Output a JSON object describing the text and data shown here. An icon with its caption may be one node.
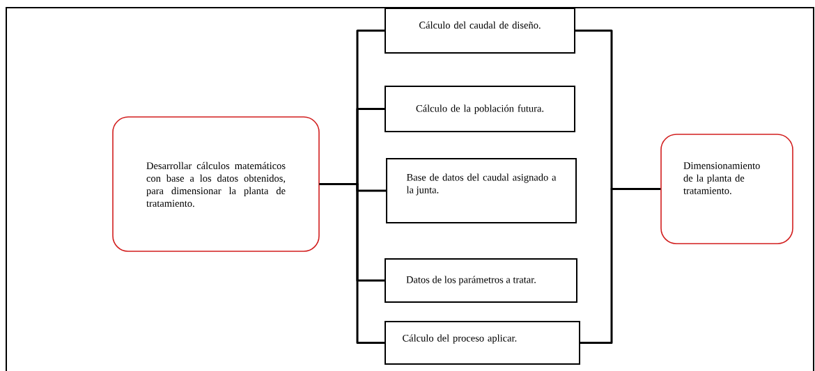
{
  "diagram": {
    "nodes": [
      {
        "text": [
          "Desarrollar cálculos matemáticos con base a los datos obtenidos, para dimensionar la planta de tratamiento."
        ]
      },
      {
        "text": [
          "Cálculo del caudal de diseño."
        ]
      },
      {
        "text": [
          "Cálculo de la población futura."
        ]
      },
      {
        "text": [
          "Base de datos del caudal asignado a la junta."
        ]
      },
      {
        "text": [
          "Datos de los parámetros a tratar."
        ]
      },
      {
        "text": [
          "Cálculo del proceso aplicar."
        ]
      },
      {
        "text": [
          "Dimensionamiento de la planta de tratamiento."
        ]
      }
    ],
    "edges": [
      {
        "from": 0,
        "to": 1,
        "arrow": "none"
      },
      {
        "from": 0,
        "to": 2,
        "arrow": "none"
      },
      {
        "from": 0,
        "to": 3,
        "arrow": "none"
      },
      {
        "from": 0,
        "to": 4,
        "arrow": "none"
      },
      {
        "from": 0,
        "to": 5,
        "arrow": "none"
      },
      {
        "from": 1,
        "to": 6,
        "arrow": "none"
      },
      {
        "from": 5,
        "to": 6,
        "arrow": "none"
      }
    ]
  }
}
